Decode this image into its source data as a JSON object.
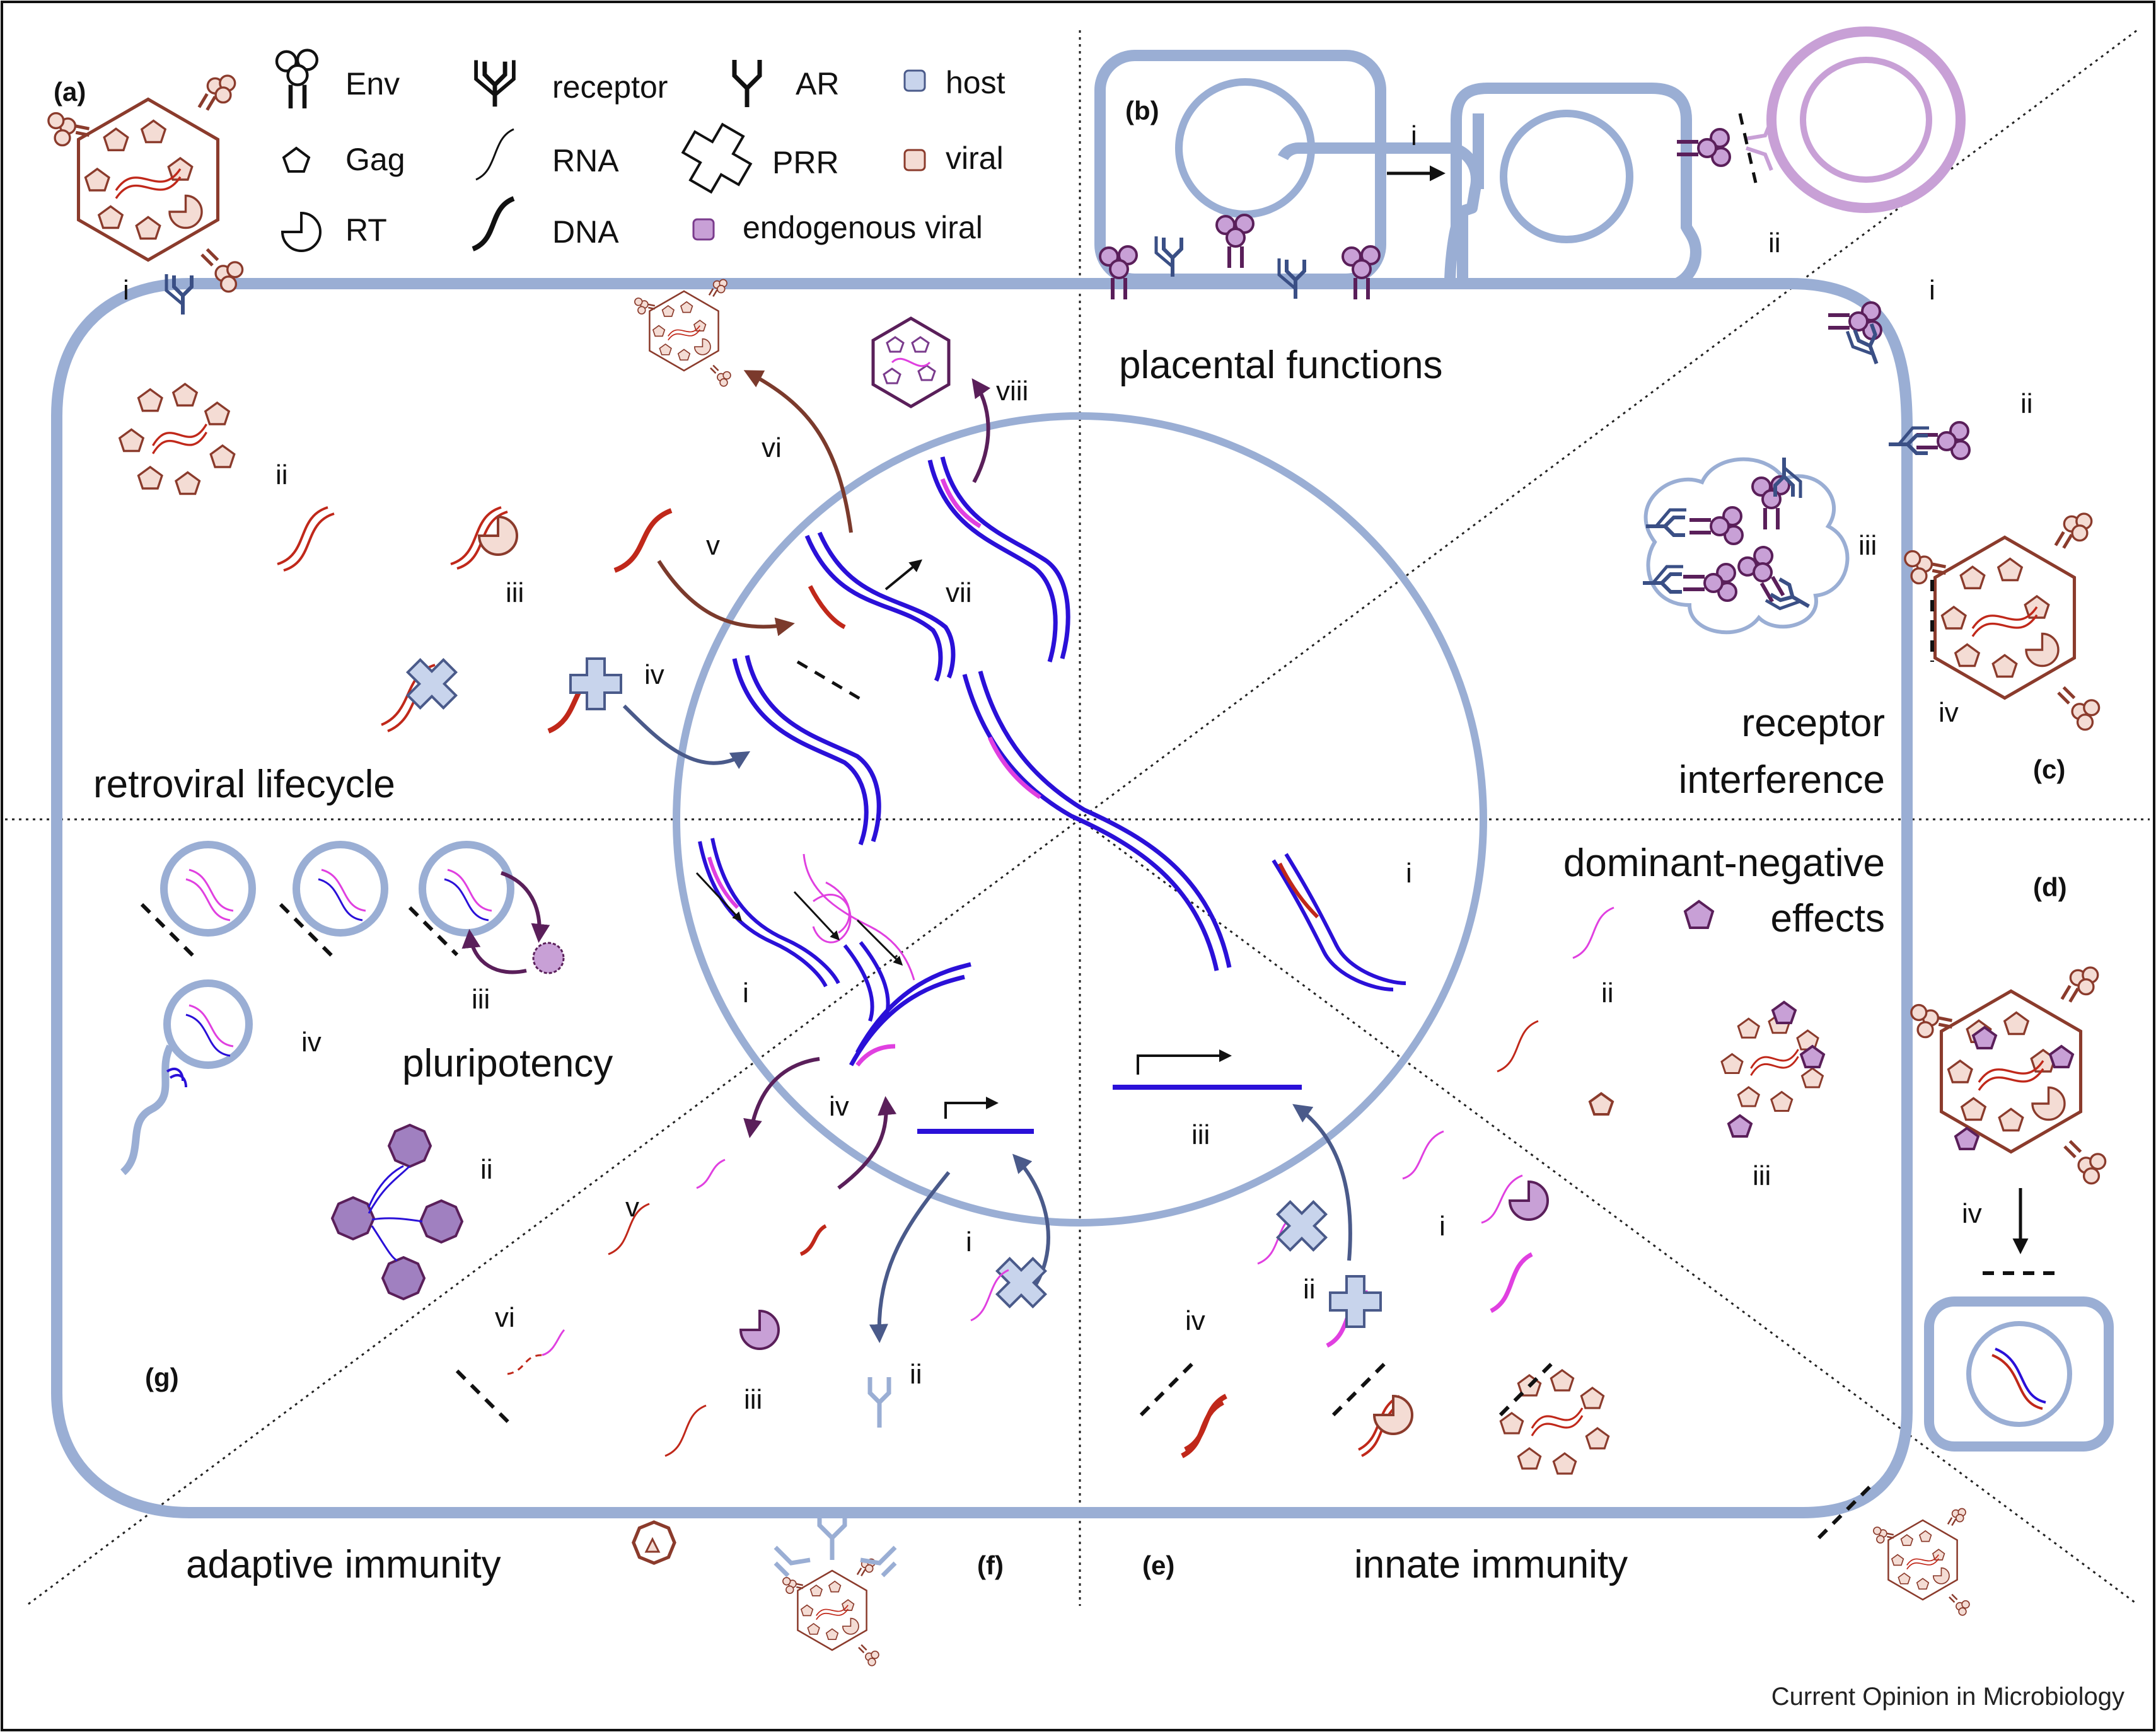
{
  "legend": {
    "env": "Env",
    "gag": "Gag",
    "rt": "RT",
    "receptor": "receptor",
    "rna": "RNA",
    "dna": "DNA",
    "ar": "AR",
    "prr": "PRR",
    "host": "host",
    "viral": "viral",
    "endogenous_viral": "endogenous viral"
  },
  "panels": {
    "a": "(a)",
    "b": "(b)",
    "c": "(c)",
    "d": "(d)",
    "e": "(e)",
    "f": "(f)",
    "g": "(g)"
  },
  "sections": {
    "placental": "placental functions",
    "retroviral": "retroviral lifecycle",
    "receptor_1": "receptor",
    "receptor_2": "interference",
    "dominant_1": "dominant-negative",
    "dominant_2": "effects",
    "pluripotency": "pluripotency",
    "adaptive": "adaptive immunity",
    "innate": "innate immunity"
  },
  "roman": {
    "i": "i",
    "ii": "ii",
    "iii": "iii",
    "iv": "iv",
    "v": "v",
    "vi": "vi",
    "vii": "vii",
    "viii": "viii"
  },
  "footer": "Current Opinion in Microbiology",
  "colors": {
    "host": "#9aaed4",
    "viral": "#8b3b2c",
    "viral_fill": "#f4dcd4",
    "endogenous": "#7a3b8c",
    "endogenous_fill": "#c8a0d6",
    "dna": "#2a10d8",
    "dna_viral_segment": "#c0281a",
    "dna_endogenous_segment": "#e040e0",
    "receptor": "#3a4f85",
    "arrow_brown": "#7b3a2c",
    "arrow_purple": "#5a1f5a",
    "arrow_blue": "#4a5a8a"
  },
  "icons": [
    "env-icon",
    "gag-icon",
    "rt-icon",
    "receptor-icon",
    "rna-icon",
    "dna-icon",
    "antibody-icon",
    "prr-icon",
    "virion-icon",
    "nucleus-icon"
  ]
}
